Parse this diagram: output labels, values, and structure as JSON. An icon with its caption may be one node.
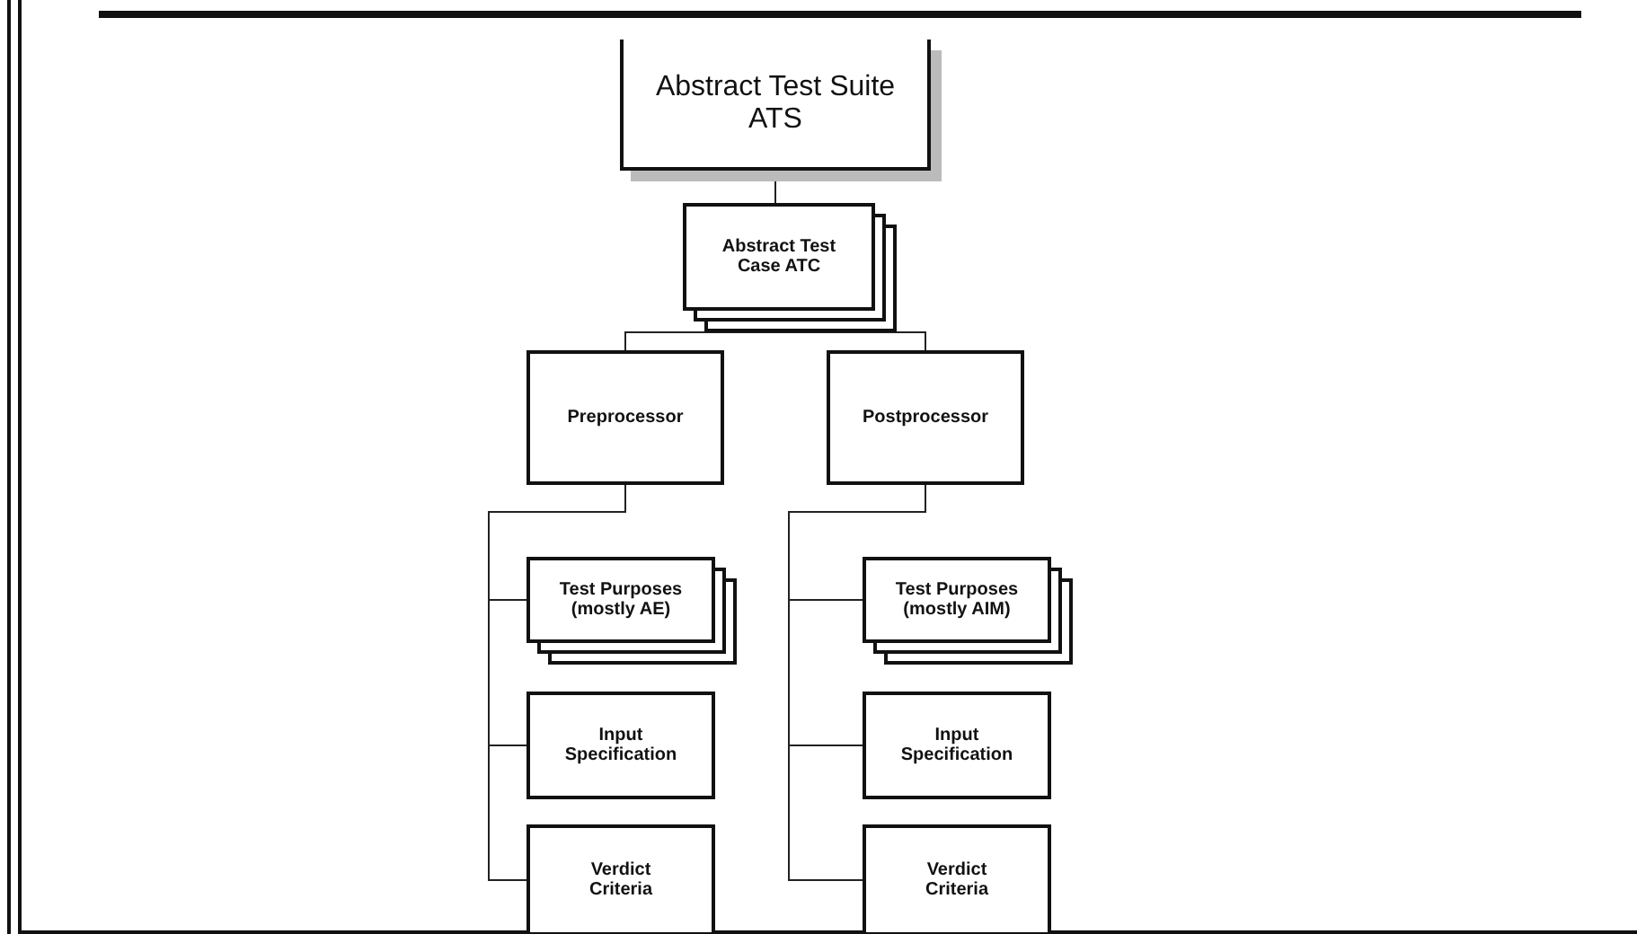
{
  "diagram": {
    "nodes": [
      {
        "text": [
          "Abstract Test Suite ATS"
        ]
      },
      {
        "text": [
          "Abstract Test Case ATC"
        ]
      },
      {
        "text": [
          "Preprocessor"
        ]
      },
      {
        "text": [
          "Postprocessor"
        ]
      },
      {
        "text": [
          "Test Purposes (mostly AE)"
        ]
      },
      {
        "text": [
          "Input Specification"
        ]
      },
      {
        "text": [
          "Verdict Criteria"
        ]
      },
      {
        "text": [
          "Test Purposes (mostly AIM)"
        ]
      },
      {
        "text": [
          "Input Specification"
        ]
      },
      {
        "text": [
          "Verdict Criteria"
        ]
      }
    ],
    "edges": [
      {
        "from": 0,
        "to": 1,
        "arrow": "none"
      },
      {
        "from": 1,
        "to": 2,
        "arrow": "none"
      },
      {
        "from": 1,
        "to": 3,
        "arrow": "none"
      },
      {
        "from": 2,
        "to": 4,
        "arrow": "none"
      },
      {
        "from": 2,
        "to": 5,
        "arrow": "none"
      },
      {
        "from": 2,
        "to": 6,
        "arrow": "none"
      },
      {
        "from": 3,
        "to": 7,
        "arrow": "none"
      },
      {
        "from": 3,
        "to": 8,
        "arrow": "none"
      },
      {
        "from": 3,
        "to": 9,
        "arrow": "none"
      }
    ]
  }
}
